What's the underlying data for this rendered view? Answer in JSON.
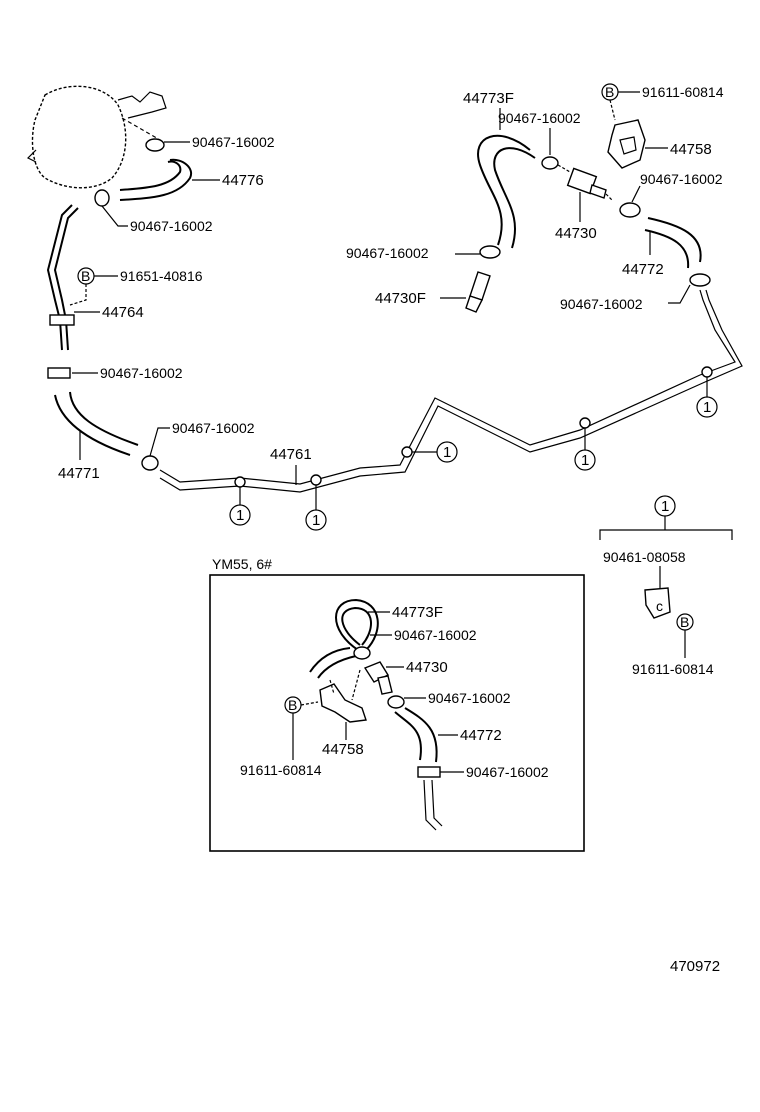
{
  "labels": {
    "p90467_top": "90467-16002",
    "p44776": "44776",
    "p90467_tank": "90467-16002",
    "p91651": "91651-40816",
    "p44764": "44764",
    "p90467_left": "90467-16002",
    "p44771": "44771",
    "p90467_mid": "90467-16002",
    "p44761": "44761",
    "p44773F": "44773F",
    "p90467_center": "90467-16002",
    "p91611_top": "91611-60814",
    "p44758_top": "44758",
    "p90467_right": "90467-16002",
    "p44730": "44730",
    "p90467_lower": "90467-16002",
    "p44730F": "44730F",
    "p44772": "44772",
    "p90467_right2": "90467-16002",
    "kit_90461": "90461-08058",
    "kit_91611": "91611-60814",
    "inset_title": "YM55, 6#",
    "in_44773F": "44773F",
    "in_90467_a": "90467-16002",
    "in_44730": "44730",
    "in_90467_b": "90467-16002",
    "in_44772": "44772",
    "in_44758": "44758",
    "in_91611": "91611-60814",
    "in_90467_c": "90467-16002",
    "diagram_id": "470972"
  },
  "markers": {
    "one": "1",
    "b": "B",
    "c": "c"
  }
}
